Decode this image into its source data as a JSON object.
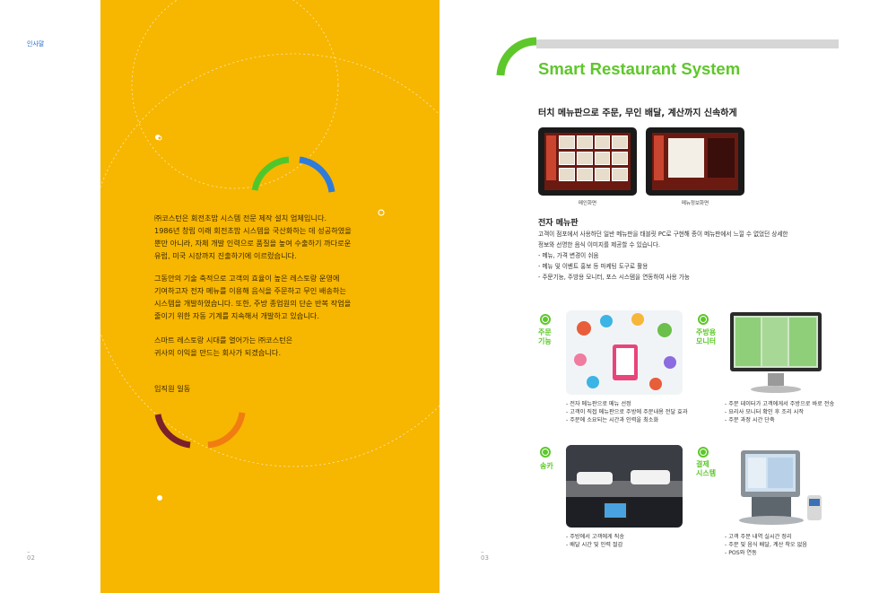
{
  "left_page": {
    "section_label": "인사말",
    "page_number": "02",
    "paragraphs": [
      [
        "㈜코스턴은 회전초밥 시스템 전문 제작 설치 업체입니다.",
        "1986년 창립 이래 회전초밥 시스템을 국산화하는 데 성공하였을",
        "뿐만 아니라, 자체 개발 인력으로 품질을 높여 수출하기 까다로운",
        "유럽, 미국 시장까지 진출하기에 이르렀습니다."
      ],
      [
        "그동안의 기술 축적으로 고객의 효율이 높은 레스토랑 운영에",
        "기여하고자 전자 메뉴를 이용해 음식을 주문하고 무인 배송하는",
        "시스템을 개발하였습니다. 또한, 주방 종업원의 단순 반복 작업을",
        "줄이기 위한 자동 기계를 지속해서 개발하고 있습니다."
      ],
      [
        "스마트 레스토랑 시대를 열어가는 ㈜코스턴은",
        "귀사의 이익을 만드는 회사가 되겠습니다."
      ]
    ],
    "signature": "임직원 일동",
    "colors": {
      "panel": "#f7b600",
      "arc_green": "#4fc72b",
      "arc_blue": "#2f7bd9",
      "arc_maroon": "#7a1f2b",
      "arc_orange": "#f07c12"
    }
  },
  "right_page": {
    "page_number": "03",
    "title": "Smart Restaurant System",
    "subtitle": "터치 메뉴판으로 주문, 무인 배달, 계산까지 신속하게",
    "tablets": [
      {
        "caption": "메인화면"
      },
      {
        "caption": "메뉴정보화면"
      }
    ],
    "section_title": "전자 메뉴판",
    "description": [
      "고객이 점포에서 사용하던 일반 메뉴판을 태블릿 PC로 구현해 종이 메뉴판에서 느낄 수 없었던 상세한",
      "정보와 선명한 음식 이미지를 제공할 수 있습니다.",
      "- 메뉴, 가격 변경이 쉬움",
      "- 메뉴 및 이벤트 홍보 등 마케팅 도구로 활용",
      "- 주문기능, 주방용 모니터, 포스 시스템을 연동하여 사용 가능"
    ],
    "features": [
      {
        "label_lines": [
          "주문",
          "기능"
        ],
        "icon": "target-icon",
        "bullets": [
          "- 전자 메뉴판으로 메뉴 선정",
          "- 고객이 직접 메뉴판으로 주방에 주문내용 전달 효과",
          "- 주문에 소요되는 시간과 인력을 최소화"
        ]
      },
      {
        "label_lines": [
          "주방용",
          "모니터"
        ],
        "icon": "target-icon",
        "bullets": [
          "- 주문 데이터가 고객에게서 주방으로 바로 전송",
          "- 요리사 모니터 확인 후 조리 시작",
          "- 주문 과정 시간 단축"
        ]
      },
      {
        "label_lines": [
          "송카"
        ],
        "icon": "target-icon",
        "bullets": [
          "- 주방에서 고객에게 직송",
          "- 배달 시간 및 인력 절감"
        ]
      },
      {
        "label_lines": [
          "결제",
          "시스템"
        ],
        "icon": "target-icon",
        "bullets": [
          "- 고객 주문 내역 실시간 정리",
          "- 주문 및 음식 배달, 계산 착오 없음",
          "- POS와 연동"
        ]
      }
    ],
    "colors": {
      "accent": "#5ec72b",
      "bar": "#d6d6d6"
    }
  }
}
